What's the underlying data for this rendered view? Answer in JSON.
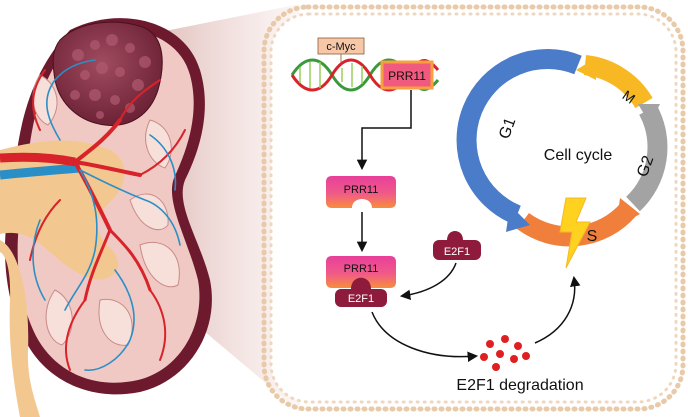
{
  "labels": {
    "cmyc": "c-Myc",
    "prr11_gene": "PRR11",
    "prr11_protein": "PRR11",
    "e2f1_free": "E2F1",
    "complex_prr11": "PRR11",
    "complex_e2f1": "E2F1",
    "cell_cycle": "Cell cycle",
    "phase_g1": "G1",
    "phase_s": "S",
    "phase_g2": "G2",
    "phase_m": "M",
    "degradation": "E2F1 degradation"
  },
  "colors": {
    "membrane": "#e8c9a8",
    "kidney_outer": "#6e1a2e",
    "kidney_cortex": "#f0c9c4",
    "pelvis": "#f3c890",
    "tumor": "#8a3a4e",
    "artery": "#d8232a",
    "vein": "#2a8fc6",
    "prr11": "#ee3c8e",
    "prr11_gene_box": "#f05a7e",
    "e2f1": "#8e1b3b",
    "cmyc_box": "#f7c8a8",
    "g1": "#4a7cc9",
    "s": "#f07f3c",
    "g2": "#a3a3a3",
    "m": "#f7b823",
    "lightning": "#ffd21f",
    "degraded": "#e02020"
  }
}
